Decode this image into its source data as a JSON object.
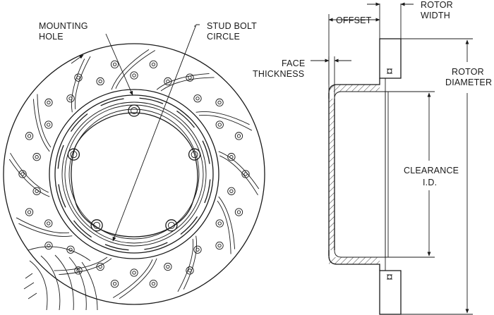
{
  "labels": {
    "mounting_hole": [
      "MOUNTING",
      "HOLE"
    ],
    "stud_bolt_circle": [
      "STUD BOLT",
      "CIRCLE"
    ],
    "offset": "OFFSET",
    "rotor_width": [
      "ROTOR",
      "WIDTH"
    ],
    "face_thickness": [
      "FACE",
      "THICKNESS"
    ],
    "rotor_diameter": [
      "ROTOR",
      "DIAMETER"
    ],
    "clearance_id": [
      "CLEARANCE",
      "I.D."
    ]
  },
  "colors": {
    "line": "#1a1a1a",
    "hatch": "#1a1a1a",
    "background": "#ffffff"
  }
}
